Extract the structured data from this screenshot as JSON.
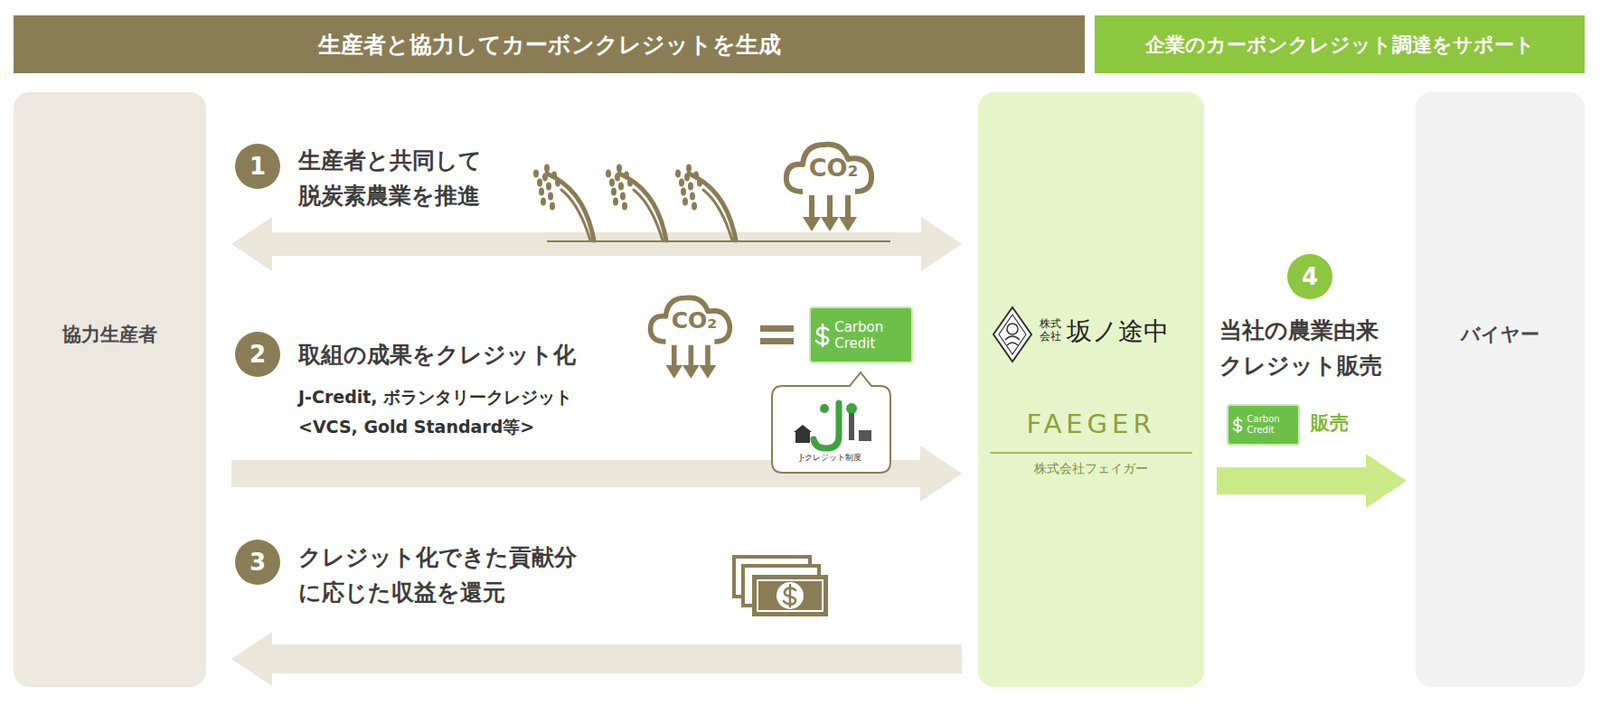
{
  "diagram": {
    "nodes": [
      {
        "text": [
          "生産者と協力してカーボンクレジットを生成"
        ]
      },
      {
        "text": [
          "企業のカーボンクレジット調達をサポート"
        ]
      },
      {
        "text": [
          "協力生産者"
        ]
      },
      {
        "text": [
          "株式会社",
          "坂ノ途中",
          "FAEGER",
          "株式会社フェイガー"
        ]
      },
      {
        "text": [
          "バイヤー"
        ]
      }
    ],
    "edges": [
      {
        "from": 3,
        "to": 2,
        "arrow": "both",
        "label": "生産者と共同して 脱炭素農業を推進"
      },
      {
        "from": 2,
        "to": 3,
        "arrow": "to",
        "label": "取組の成果をクレジット化"
      },
      {
        "from": 3,
        "to": 2,
        "arrow": "to",
        "label": "クレジット化できた貢献分 に応じた収益を還元"
      },
      {
        "from": 3,
        "to": 4,
        "arrow": "to",
        "label": "当社の農業由来 クレジット販売"
      }
    ],
    "labels": [
      "1",
      "CO₂",
      "2",
      "CO₂",
      "Carbon Credit",
      "J-Credit, ボランタリークレジット <VCS, Gold Standard等>",
      "J-クレジット制度",
      "3",
      "4",
      "Carbon Credit",
      "販売"
    ]
  }
}
